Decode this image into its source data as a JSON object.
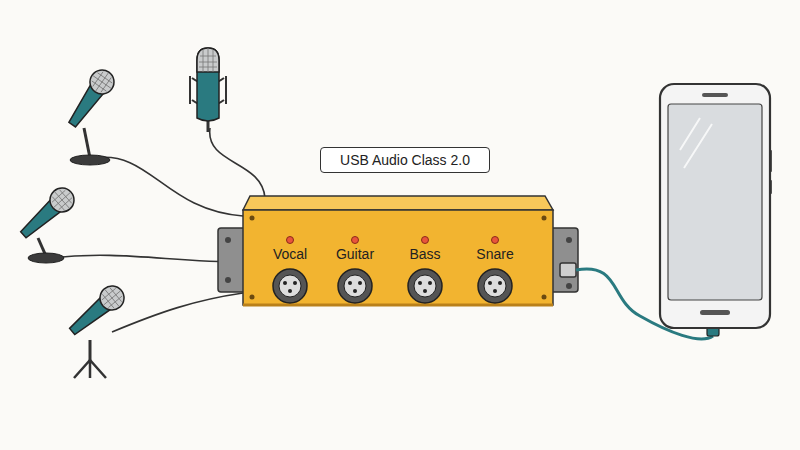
{
  "diagram": {
    "nodes": [
      {
        "text": [
          "USB Audio Class 2.0"
        ]
      },
      {
        "text": [
          "Vocal",
          "Guitar",
          "Bass",
          "Snare"
        ]
      }
    ]
  }
}
